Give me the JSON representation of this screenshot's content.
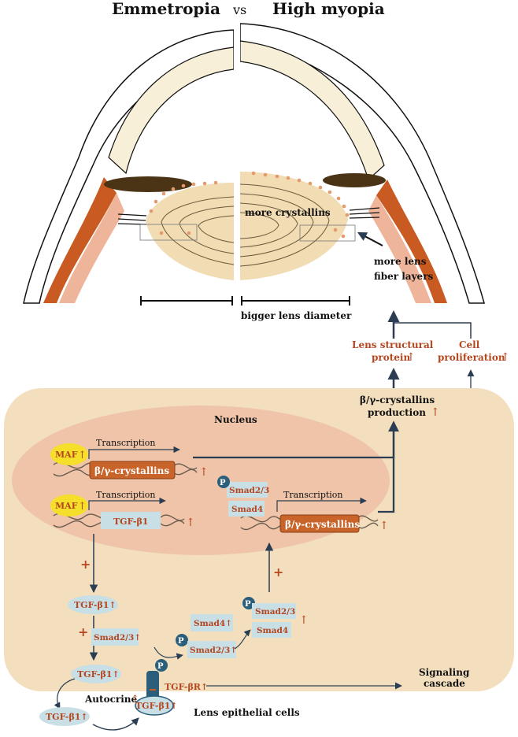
{
  "titles": {
    "left": "Emmetropia",
    "vs": "vs",
    "right": "High myopia"
  },
  "eye_labels": {
    "more_crystallins": "more crystallins",
    "more_lens_line1": "more lens",
    "more_lens_line2": "fiber layers",
    "bigger_diameter": "bigger lens diameter"
  },
  "top_right": {
    "structural_line1": "Lens structural",
    "structural_line2": "protein",
    "cell_line1": "Cell",
    "cell_line2": "proliferation",
    "up": "↑",
    "production_line1": "β/γ-crystallins",
    "production_line2": "production"
  },
  "cell": {
    "nucleus": "Nucleus",
    "maf": "MAF",
    "up": "↑",
    "transcription": "Transcription",
    "crystallins": "β/γ-crystallins",
    "tgf_gene": "TGF-β1",
    "smad23": "Smad2/3",
    "smad4": "Smad4",
    "p": "P",
    "plus": "+",
    "tgf_up": "TGF-β1↑",
    "smad23_up": "Smad2/3↑",
    "smad4_up": "Smad4↑",
    "tgfbr": "TGF-βR↑",
    "signaling_line1": "Signaling",
    "signaling_line2": "cascade",
    "autocrine": "Autocrine",
    "epithelial": "Lens epithelial cells"
  },
  "colors": {
    "cell_bg": "#f3dfbd",
    "nucleus_bg": "#efc4a8",
    "lens_fill": "#f1dcb4",
    "iris_dark": "#4a3415",
    "ciliary": "#c85a22",
    "accent_red": "#b5461f",
    "smad_box": "#c8dfe6",
    "maf_yellow": "#f5df2a",
    "crystallin_box": "#c8642a",
    "phospho_blue": "#2b5e7a"
  }
}
